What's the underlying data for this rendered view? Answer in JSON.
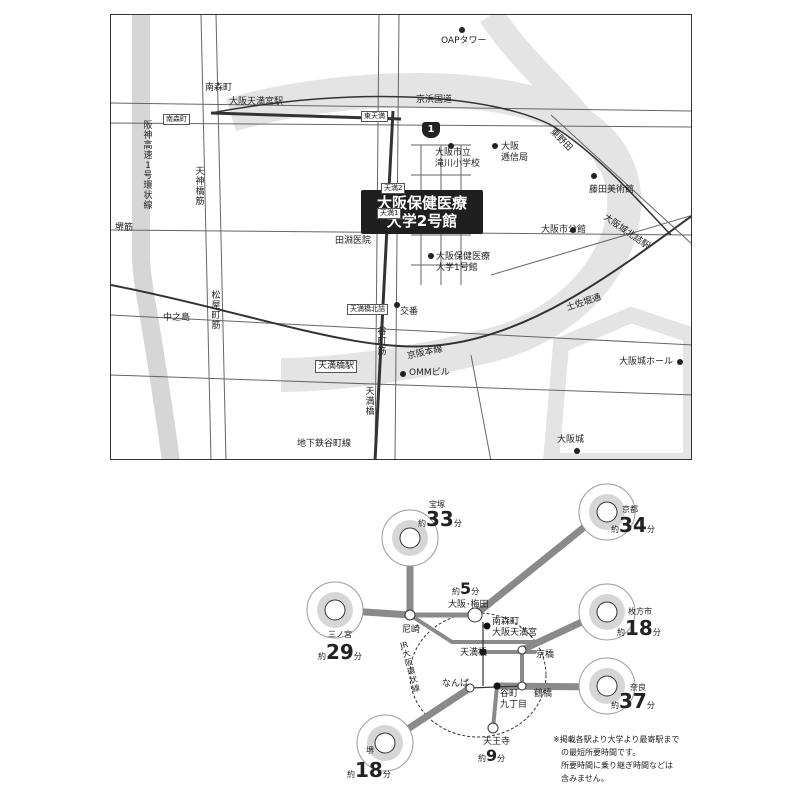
{
  "map": {
    "title": [
      "大阪保健医療",
      "大学2号館"
    ],
    "route_number": "1",
    "labels": {
      "oap_tower": "OAPタワー",
      "minamimorimachi_station": "南森町",
      "osaka_tenmangu_station": "大阪天満宮駅",
      "minamimorimachi_box": "南森町",
      "higashitenma_box": "東天満",
      "keihin_kokudo": "京浜国道",
      "higashinoda": "東野田",
      "takigawa_school": [
        "大阪市立",
        "滝川小学校"
      ],
      "osaka_post": [
        "大阪",
        "逓信局"
      ],
      "fujita_museum": "藤田美術館",
      "tenma2_box": "天満2",
      "tenma1_box": "天満1",
      "tabuse_hospital": "田淵医院",
      "osaka_city_hall": "大阪市公館",
      "osakajo_kitazume_station": "大阪城北詰駅",
      "sakaisuji": "堺筋",
      "univ1_building": [
        "大阪保健医療",
        "大学1号館"
      ],
      "tosabori_street": "土佐堀通",
      "tenmabashi_kitazume_box": "天満橋北詰",
      "koban": "交番",
      "nakanoshima": "中之島",
      "keihan_line": "京阪本線",
      "osakajo_hall": "大阪城ホール",
      "tenmabashi_station": "天満橋駅",
      "omm_building": "OMMビル",
      "osaka_castle": "大阪城",
      "subway_tanimachi": "地下鉄谷町線",
      "hanshin_expressway": "阪神高速1号環状線",
      "tenjinbashi_suji": "天神橋筋",
      "matsuyamachi_suji": "松屋町筋",
      "tanimachi_suji": "谷町筋",
      "tenmabashi_bridge": "天満橋"
    }
  },
  "diagram": {
    "stations": {
      "osaka_umeda": "大阪･梅田",
      "amagasaki": "尼崎",
      "minamimorimachi": [
        "南森町",
        "大阪天満宮"
      ],
      "tenmabashi": "天満橋",
      "kyobashi": "京橋",
      "namba": "なんば",
      "tanimachi": [
        "谷町",
        "九丁目"
      ],
      "tsuruhashi": "鶴橋",
      "tennoji": "天王寺",
      "loop_line": "JR大阪環状線"
    },
    "destinations": [
      {
        "name": "宝塚",
        "minutes": "33"
      },
      {
        "name": "京都",
        "minutes": "34"
      },
      {
        "name": "三ノ宮",
        "minutes": "29"
      },
      {
        "name": "枚方市",
        "minutes": "18"
      },
      {
        "name": "奈良",
        "minutes": "37"
      },
      {
        "name": "堺",
        "minutes": "18"
      }
    ],
    "umeda_minutes": "5",
    "tennoji_minutes": "9",
    "prefix": "約",
    "suffix": "分",
    "note": [
      "※掲載各駅より大学より最寄駅まで",
      "　の最短所要時間です。",
      "　所要時間に乗り継ぎ時間などは",
      "　含みません。"
    ]
  }
}
